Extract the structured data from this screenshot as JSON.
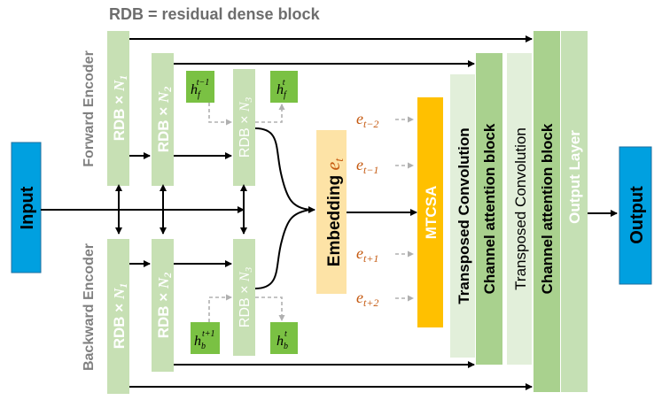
{
  "title": "RDB = residual dense block",
  "input_label": "Input",
  "output_label": "Output",
  "forward_encoder_label": "Forward Encoder",
  "backward_encoder_label": "Backward Encoder",
  "rdb_base": "RDB × ",
  "rdb_n1": "N",
  "rdb_n1_sub": "1",
  "rdb_n2": "N",
  "rdb_n2_sub": "2",
  "rdb_n3": "N",
  "rdb_n3_sub": "3",
  "h": "h",
  "hf_prev_sub": "f",
  "hf_prev_sup": "t−1",
  "hf_cur_sub": "f",
  "hf_cur_sup": "t",
  "hb_next_sub": "b",
  "hb_next_sup": "t+1",
  "hb_cur_sub": "b",
  "hb_cur_sup": "t",
  "embedding_label": "Embedding ",
  "embedding_var": "e",
  "embedding_sub": "t",
  "e_labels": [
    {
      "base": "e",
      "sub": "t−2"
    },
    {
      "base": "e",
      "sub": "t−1"
    },
    {
      "base": "e",
      "sub": "t+1"
    },
    {
      "base": "e",
      "sub": "t+2"
    }
  ],
  "mtcsa_label": "MTCSA",
  "decoder_blocks": [
    "Transposed Convolution",
    "Channel attention block",
    "Transposed Convolution",
    "Channel attention block",
    "Output Layer"
  ],
  "colors": {
    "input_fill": "#00a0e0",
    "rdb_fill": "#c7e0b4",
    "h_fill": "#7ac143",
    "embedding_fill": "#fde3a6",
    "embedding_text": "#c55a11",
    "e_text": "#c55a11",
    "mtcsa_fill": "#ffc000",
    "tc_fill": "#e2efda",
    "ca_fill": "#a9d18e",
    "out_layer_fill": "#c5e0b4",
    "grey_text": "#808080"
  }
}
